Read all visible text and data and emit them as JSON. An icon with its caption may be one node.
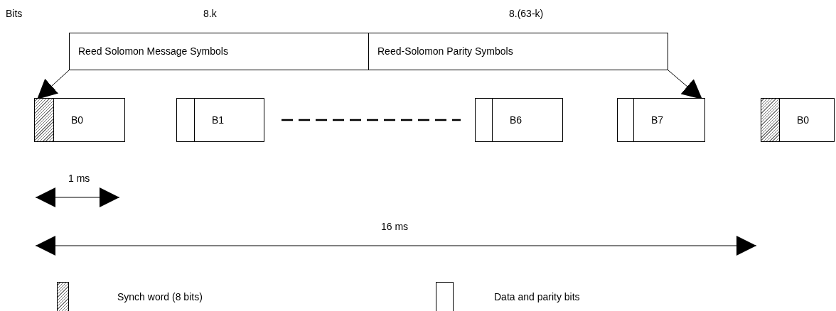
{
  "diagram": {
    "nodes": [
      {
        "text": [
          "Reed Solomon Message Symbols"
        ]
      },
      {
        "text": [
          "Reed-Solomon Parity Symbols"
        ]
      },
      {
        "text": [
          "B0"
        ]
      },
      {
        "text": [
          "B1"
        ]
      },
      {
        "text": [
          "B6"
        ]
      },
      {
        "text": [
          "B7"
        ]
      },
      {
        "text": [
          "B0"
        ]
      }
    ],
    "edges": [
      {
        "from": 0,
        "to": 2,
        "arrow": "to"
      },
      {
        "from": 3,
        "to": 4,
        "arrow": "none",
        "style": "dashed"
      },
      {
        "from": 1,
        "to": 5,
        "arrow": "to"
      }
    ],
    "labels": [
      "Bits",
      "8.k",
      "8.(63-k)",
      "1 ms",
      "16 ms"
    ],
    "legend": [
      {
        "text": "Synch word (8 bits)"
      },
      {
        "text": "Data and parity bits"
      }
    ]
  }
}
